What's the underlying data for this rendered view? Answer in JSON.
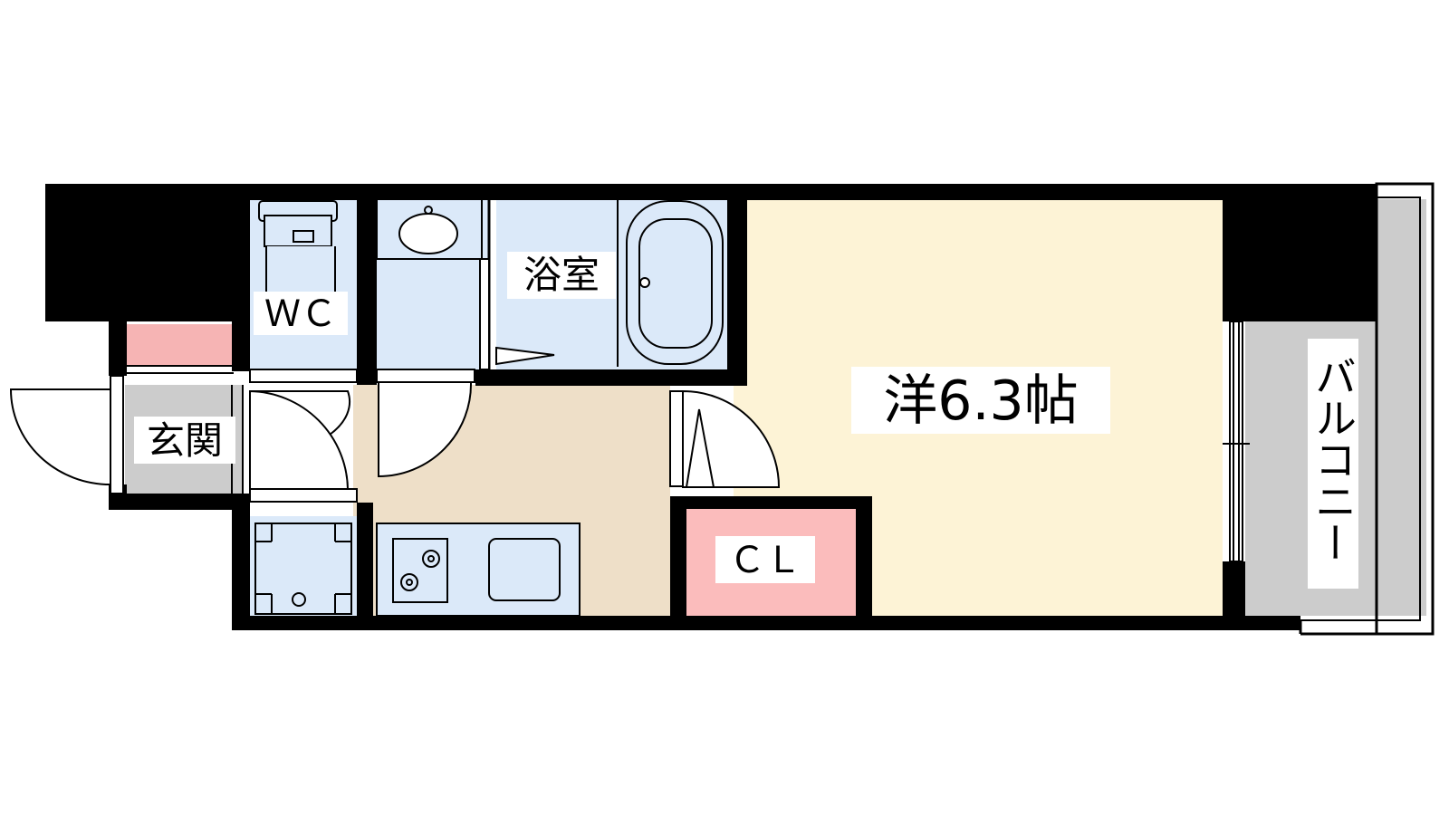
{
  "floor_plan": {
    "rooms": {
      "wc": "ＷＣ",
      "bath": "浴室",
      "entrance": "玄関",
      "western_room": "洋6.3帖",
      "closet": "ＣＬ",
      "balcony": "バルコニー"
    },
    "colors": {
      "wall": "#000000",
      "wet_area": "#dbe9f9",
      "kitchen_floor": "#eedfc8",
      "western_room": "#fdf3d6",
      "closet": "#fbbcbc",
      "entrance": "#cccccc",
      "balcony": "#cccccc",
      "shoe_box": "#f6b4b4"
    }
  }
}
